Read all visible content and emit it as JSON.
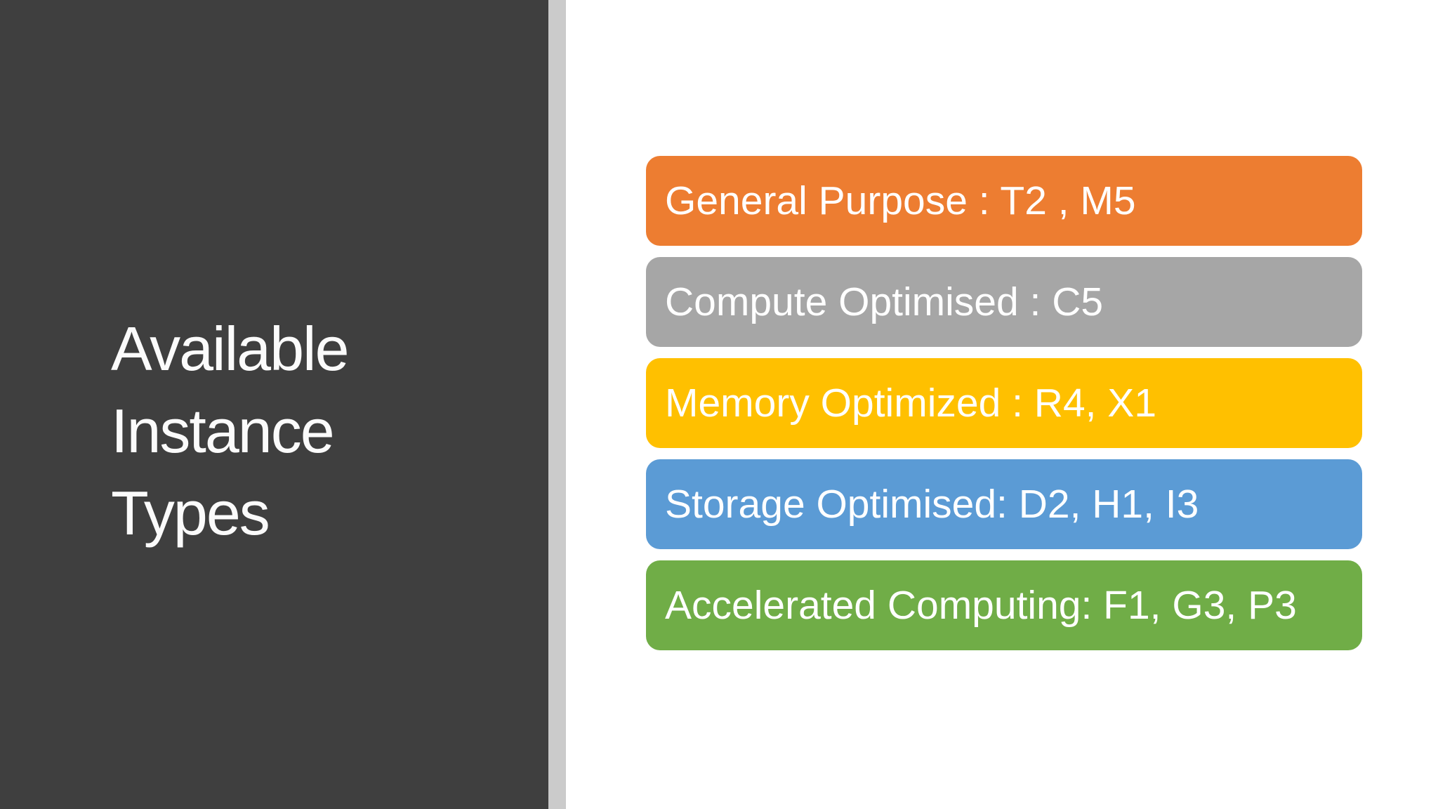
{
  "slide": {
    "title": "Available Instance Types",
    "title_lines": [
      "Available",
      "Instance",
      "Types"
    ]
  },
  "colors": {
    "panel_bg": "#3F3F3F",
    "divider": "#CBCBCB",
    "content_bg": "#FFFFFF",
    "title_text": "#FBFBFB",
    "card_text": "#FFFFFF"
  },
  "instance_types": [
    {
      "label": "General Purpose : T2 , M5",
      "color": "#ED7D31"
    },
    {
      "label": "Compute Optimised : C5",
      "color": "#A6A6A6"
    },
    {
      "label": "Memory Optimized : R4, X1",
      "color": "#FFC000"
    },
    {
      "label": "Storage Optimised: D2, H1, I3",
      "color": "#5B9BD5"
    },
    {
      "label": "Accelerated Computing: F1, G3, P3",
      "color": "#70AD47"
    }
  ]
}
